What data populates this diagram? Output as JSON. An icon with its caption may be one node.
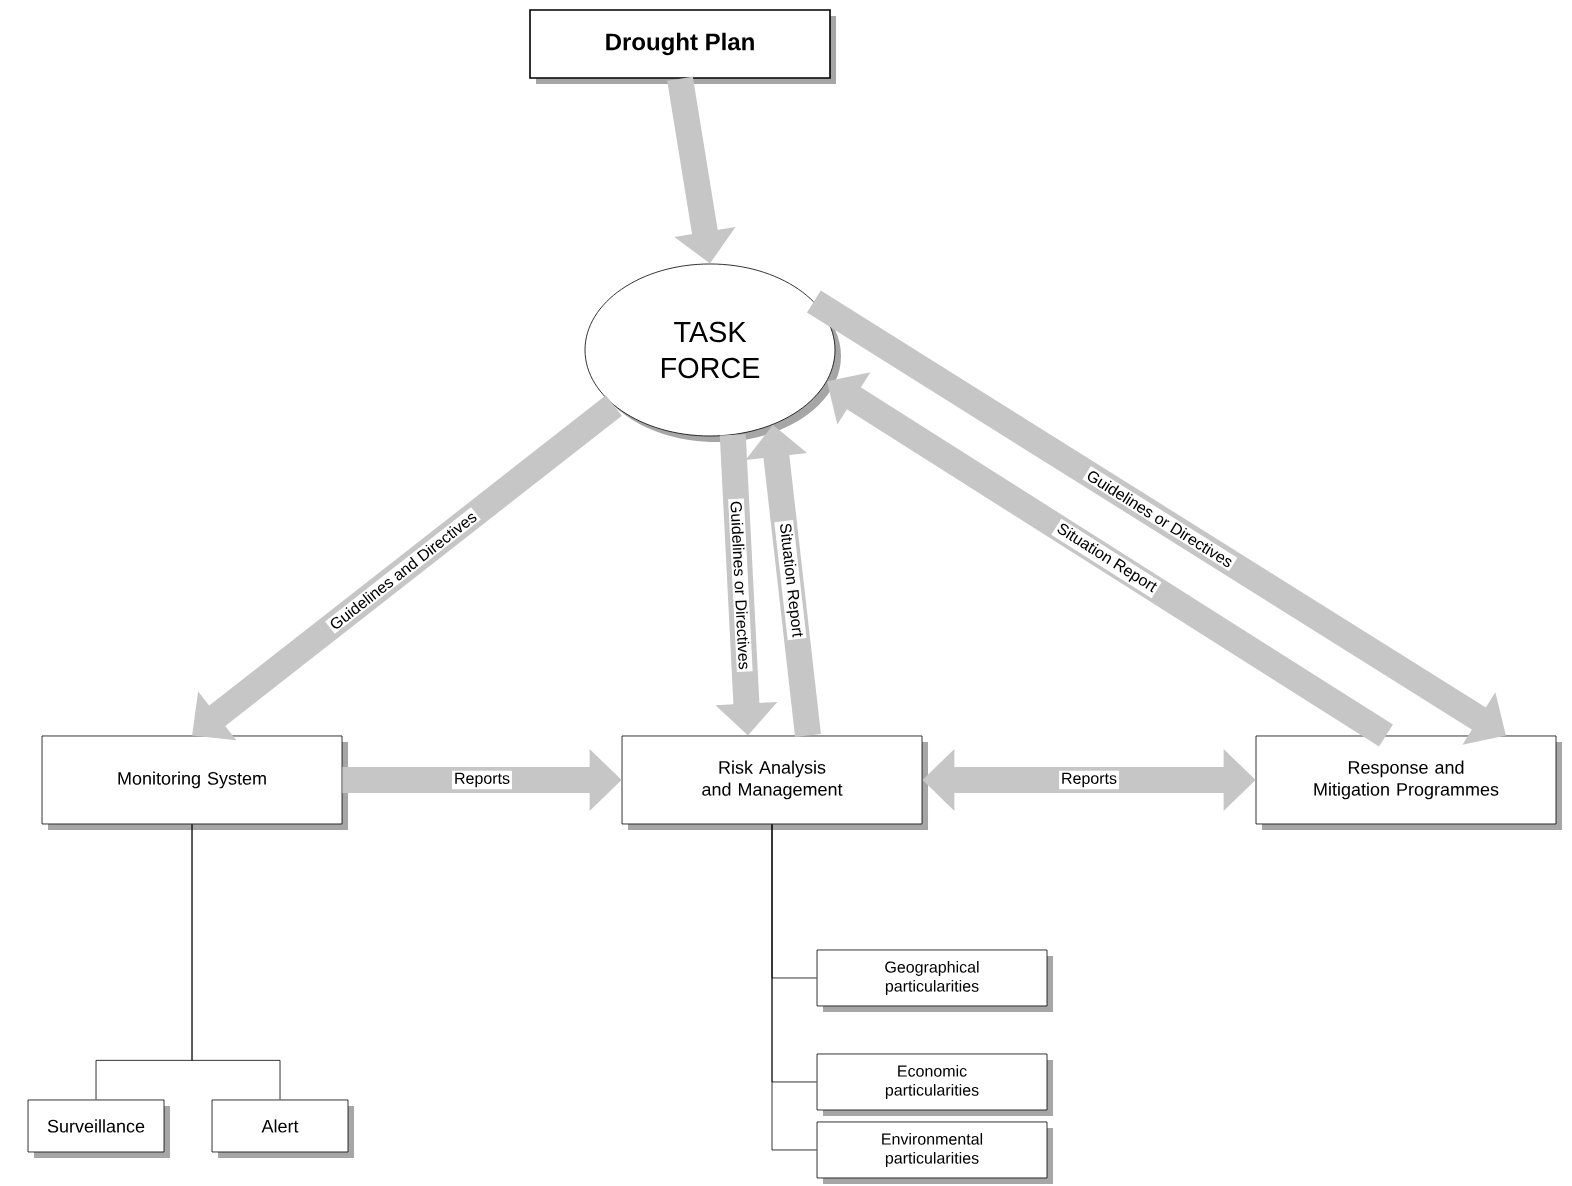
{
  "diagram": {
    "nodes": [
      {
        "text": [
          "Drought Plan"
        ]
      },
      {
        "text": [
          "TASK FORCE"
        ]
      },
      {
        "text": [
          "Monitoring System"
        ]
      },
      {
        "text": [
          "Risk Analysis and Management"
        ]
      },
      {
        "text": [
          "Response and Mitigation Programmes"
        ]
      },
      {
        "text": [
          "Surveillance"
        ]
      },
      {
        "text": [
          "Alert"
        ]
      },
      {
        "text": [
          "Geographical particularities"
        ]
      },
      {
        "text": [
          "Economic particularities"
        ]
      },
      {
        "text": [
          "Environmental particularities"
        ]
      }
    ],
    "edges": [
      {
        "from": 0,
        "to": 1,
        "arrow": "to"
      },
      {
        "from": 1,
        "to": 2,
        "arrow": "to",
        "label": "Guidelines and Directives"
      },
      {
        "from": 1,
        "to": 3,
        "arrow": "to",
        "label": "Guidelines or Directives"
      },
      {
        "from": 3,
        "to": 1,
        "arrow": "to",
        "label": "Situation Report"
      },
      {
        "from": 1,
        "to": 4,
        "arrow": "to",
        "label": "Guidelines or Directives"
      },
      {
        "from": 4,
        "to": 1,
        "arrow": "to",
        "label": "Situation Report"
      },
      {
        "from": 2,
        "to": 3,
        "arrow": "to",
        "label": "Reports"
      },
      {
        "from": 3,
        "to": 4,
        "arrow": "both",
        "label": "Reports"
      },
      {
        "from": 2,
        "to": 5,
        "arrow": "none",
        "color": "#000000"
      },
      {
        "from": 2,
        "to": 6,
        "arrow": "none",
        "color": "#000000"
      },
      {
        "from": 3,
        "to": 7,
        "arrow": "none",
        "color": "#000000"
      },
      {
        "from": 3,
        "to": 8,
        "arrow": "none",
        "color": "#000000"
      },
      {
        "from": 3,
        "to": 9,
        "arrow": "none",
        "color": "#000000"
      }
    ]
  }
}
